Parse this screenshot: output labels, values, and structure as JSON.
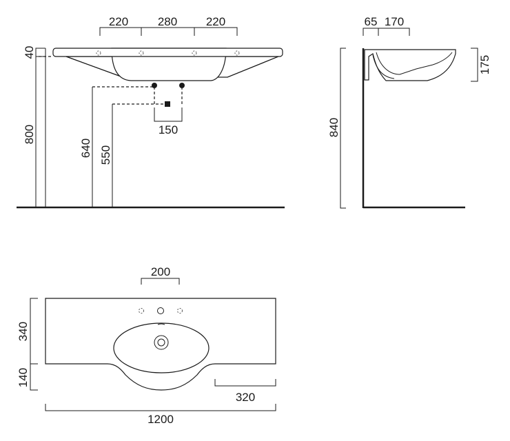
{
  "front_view": {
    "dim_top_left": "220",
    "dim_top_center": "280",
    "dim_top_right": "220",
    "dim_rim": "40",
    "dim_height": "800",
    "dim_supply": "640",
    "dim_waste": "550",
    "dim_supply_spacing": "150"
  },
  "side_view": {
    "dim_wall_gap": "65",
    "dim_depth_part": "170",
    "dim_bowl_depth": "175",
    "dim_total_height": "840"
  },
  "top_view": {
    "dim_tap_spacing": "200",
    "dim_depth_main": "340",
    "dim_depth_bowl": "140",
    "dim_shelf": "320",
    "dim_width": "1200"
  }
}
